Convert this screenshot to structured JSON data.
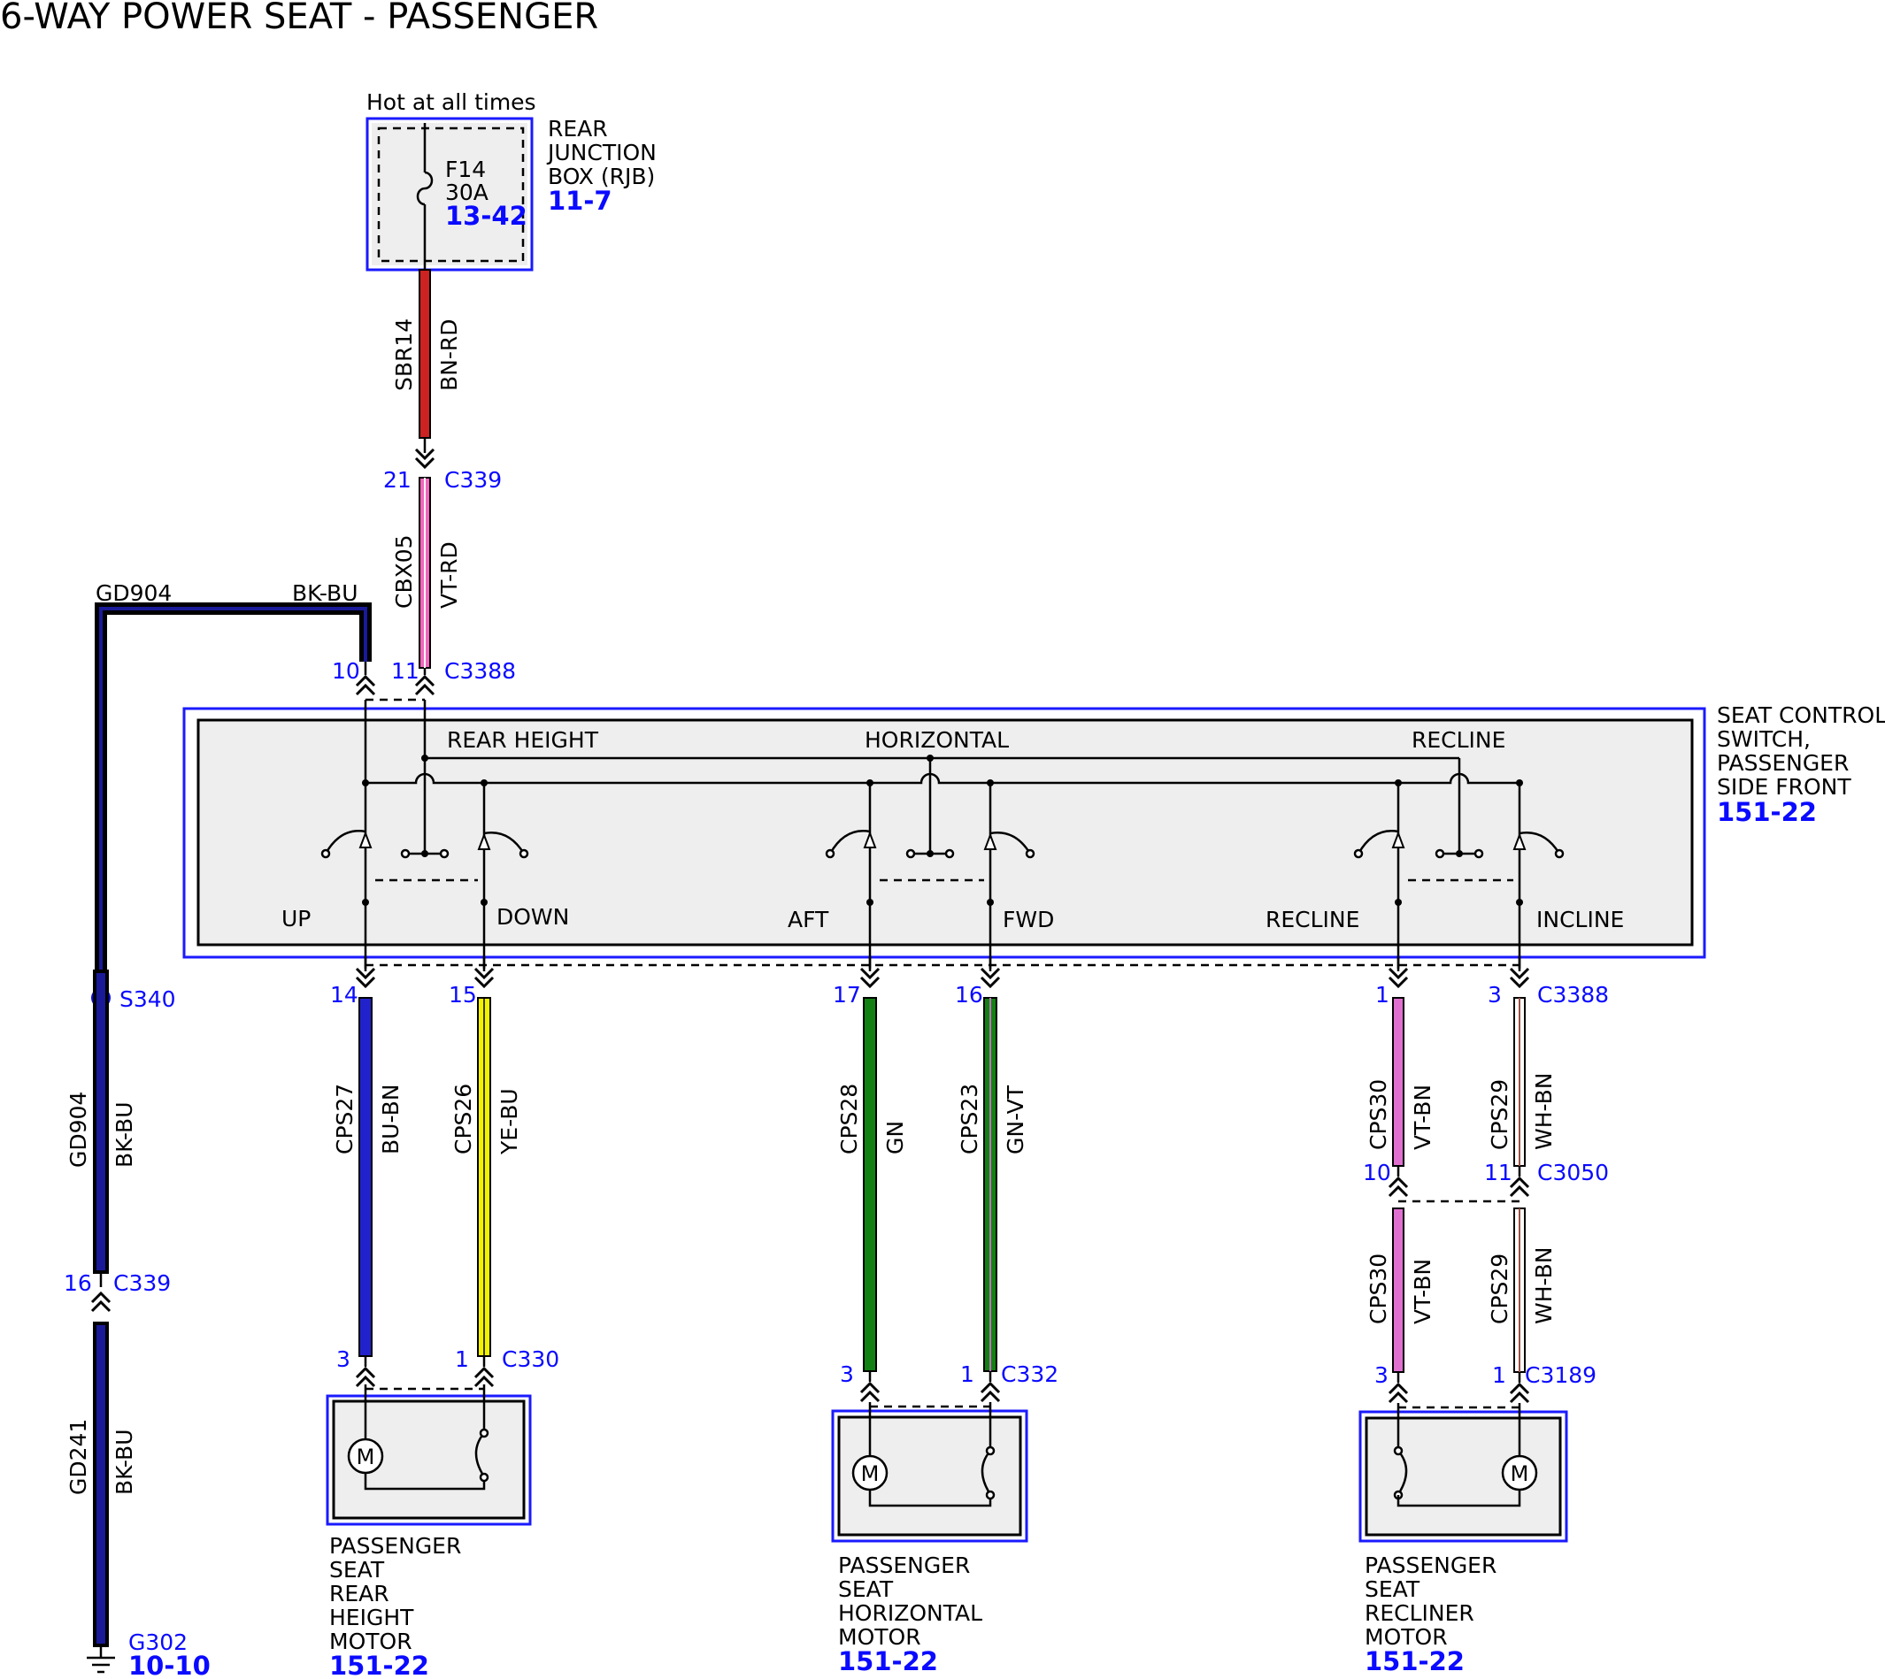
{
  "title": "6-WAY POWER SEAT - PASSENGER",
  "power_source": {
    "caption": "Hot at all times",
    "name_lines": [
      "REAR",
      "JUNCTION",
      "BOX (RJB)"
    ],
    "ref": "11-7",
    "fuse": {
      "name": "F14",
      "rating": "30A",
      "ref": "13-42"
    }
  },
  "switch": {
    "name_lines": [
      "SEAT CONTROL",
      "SWITCH,",
      "PASSENGER",
      "SIDE FRONT"
    ],
    "ref": "151-22",
    "groups": {
      "rear_height": "REAR HEIGHT",
      "horizontal": "HORIZONTAL",
      "recline": "RECLINE"
    },
    "positions": {
      "up": "UP",
      "down": "DOWN",
      "aft": "AFT",
      "fwd": "FWD",
      "recline": "RECLINE",
      "incline": "INCLINE"
    }
  },
  "wires": {
    "sbr14": {
      "circuit": "SBR14",
      "color": "BN-RD",
      "hex": "#cc2222"
    },
    "cbx05": {
      "circuit": "CBX05",
      "color": "VT-RD",
      "hex": "#ee66bb"
    },
    "gd904_top": {
      "circuit": "GD904",
      "color": "BK-BU",
      "hex": "#000055"
    },
    "gd904": {
      "circuit": "GD904",
      "color": "BK-BU",
      "hex": "#000055"
    },
    "gd241": {
      "circuit": "GD241",
      "color": "BK-BU",
      "hex": "#000055"
    },
    "cps27": {
      "circuit": "CPS27",
      "color": "BU-BN",
      "hex": "#2222cc"
    },
    "cps26": {
      "circuit": "CPS26",
      "color": "YE-BU",
      "hex": "#f2f200"
    },
    "cps28": {
      "circuit": "CPS28",
      "color": "GN",
      "hex": "#138013"
    },
    "cps23": {
      "circuit": "CPS23",
      "color": "GN-VT",
      "hex": "#138013"
    },
    "cps30a": {
      "circuit": "CPS30",
      "color": "VT-BN",
      "hex": "#e070d0"
    },
    "cps29a": {
      "circuit": "CPS29",
      "color": "WH-BN",
      "hex": "#ffffff"
    },
    "cps30b": {
      "circuit": "CPS30",
      "color": "VT-BN",
      "hex": "#e070d0"
    },
    "cps29b": {
      "circuit": "CPS29",
      "color": "WH-BN",
      "hex": "#ffffff"
    }
  },
  "connectors": {
    "c339_top": {
      "name": "C339",
      "pin": "21"
    },
    "c3388_top": {
      "name": "C3388",
      "pin_a": "10",
      "pin_b": "11"
    },
    "c3388_bottom": {
      "name": "C3388",
      "pins": [
        "14",
        "15",
        "17",
        "16",
        "1",
        "3"
      ]
    },
    "c339_left": {
      "name": "C339",
      "pin": "16"
    },
    "c3050": {
      "name": "C3050",
      "pin_a": "10",
      "pin_b": "11"
    },
    "c330": {
      "name": "C330",
      "pin_a": "3",
      "pin_b": "1"
    },
    "c332": {
      "name": "C332",
      "pin_a": "3",
      "pin_b": "1"
    },
    "c3189": {
      "name": "C3189",
      "pin_a": "3",
      "pin_b": "1"
    }
  },
  "splice": {
    "name": "S340"
  },
  "ground": {
    "name": "G302",
    "ref": "10-10"
  },
  "motors": {
    "rear_height": {
      "name_lines": [
        "PASSENGER",
        "SEAT",
        "REAR",
        "HEIGHT",
        "MOTOR"
      ],
      "ref": "151-22",
      "symbol": "M"
    },
    "horizontal": {
      "name_lines": [
        "PASSENGER",
        "SEAT",
        "HORIZONTAL",
        "MOTOR"
      ],
      "ref": "151-22",
      "symbol": "M"
    },
    "recliner": {
      "name_lines": [
        "PASSENGER",
        "SEAT",
        "RECLINER",
        "MOTOR"
      ],
      "ref": "151-22",
      "symbol": "M"
    }
  }
}
